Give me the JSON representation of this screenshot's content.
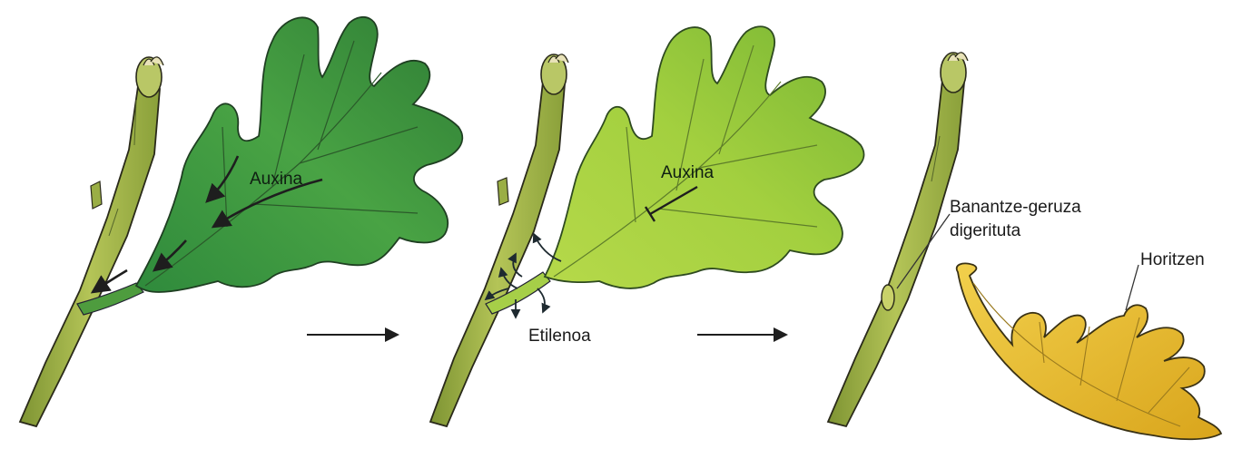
{
  "panel_1": {
    "auxin_label": "Auxina"
  },
  "panel_2": {
    "auxin_label": "Auxina",
    "ethylene_label": "Etilenoa"
  },
  "panel_3": {
    "abscission_label_line1": "Banantze-geruza",
    "abscission_label_line2": "digerituta",
    "fallen_leaf_label": "Horitzen"
  },
  "icons": {
    "panel_1": [
      "stem",
      "bud",
      "green-leaf",
      "auxin-flow-arrows"
    ],
    "panel_2": [
      "stem",
      "bud",
      "pale-green-leaf",
      "auxin-inhibition-symbol",
      "ethylene-release-arrows"
    ],
    "panel_3": [
      "stem",
      "bud",
      "abscission-scar",
      "yellow-fallen-leaf"
    ]
  },
  "colors": {
    "stem": "#a8b84a",
    "leaf_dark_green": "#3e8f3a",
    "leaf_light_green": "#9ccd3a",
    "leaf_yellow": "#e6b628",
    "arrow": "#1e1e1e"
  }
}
